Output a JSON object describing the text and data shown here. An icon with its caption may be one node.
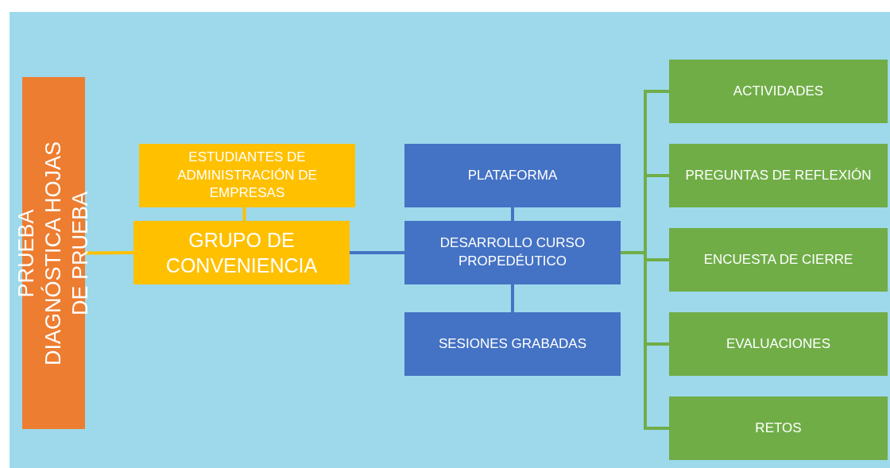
{
  "diagram": {
    "nodes": [
      {
        "text": [
          "PRUEBA DIAGNÓSTICA HOJAS DE PRUEBA"
        ]
      },
      {
        "text": [
          "ESTUDIANTES DE ADMINISTRACIÓN DE EMPRESAS"
        ]
      },
      {
        "text": [
          "GRUPO DE CONVENIENCIA"
        ]
      },
      {
        "text": [
          "PLATAFORMA"
        ]
      },
      {
        "text": [
          "DESARROLLO CURSO PROPEDÉUTICO"
        ]
      },
      {
        "text": [
          "SESIONES GRABADAS"
        ]
      },
      {
        "text": [
          "ACTIVIDADES"
        ]
      },
      {
        "text": [
          "PREGUNTAS DE REFLEXIÓN"
        ]
      },
      {
        "text": [
          "ENCUESTA DE CIERRE"
        ]
      },
      {
        "text": [
          "EVALUACIONES"
        ]
      },
      {
        "text": [
          "RETOS"
        ]
      }
    ],
    "edges": [
      {
        "from": 0,
        "to": 2,
        "arrow": "none",
        "color": "#ffc000"
      },
      {
        "from": 1,
        "to": 2,
        "arrow": "none",
        "color": "#ffc000"
      },
      {
        "from": 2,
        "to": 4,
        "arrow": "none",
        "color": "#4472c4"
      },
      {
        "from": 3,
        "to": 4,
        "arrow": "none",
        "color": "#4472c4"
      },
      {
        "from": 4,
        "to": 5,
        "arrow": "none",
        "color": "#4472c4"
      },
      {
        "from": 4,
        "to": 6,
        "arrow": "none"
      },
      {
        "from": 4,
        "to": 7,
        "arrow": "none"
      },
      {
        "from": 4,
        "to": 8,
        "arrow": "none"
      },
      {
        "from": 4,
        "to": 9,
        "arrow": "none"
      },
      {
        "from": 4,
        "to": 10,
        "arrow": "none"
      }
    ]
  }
}
